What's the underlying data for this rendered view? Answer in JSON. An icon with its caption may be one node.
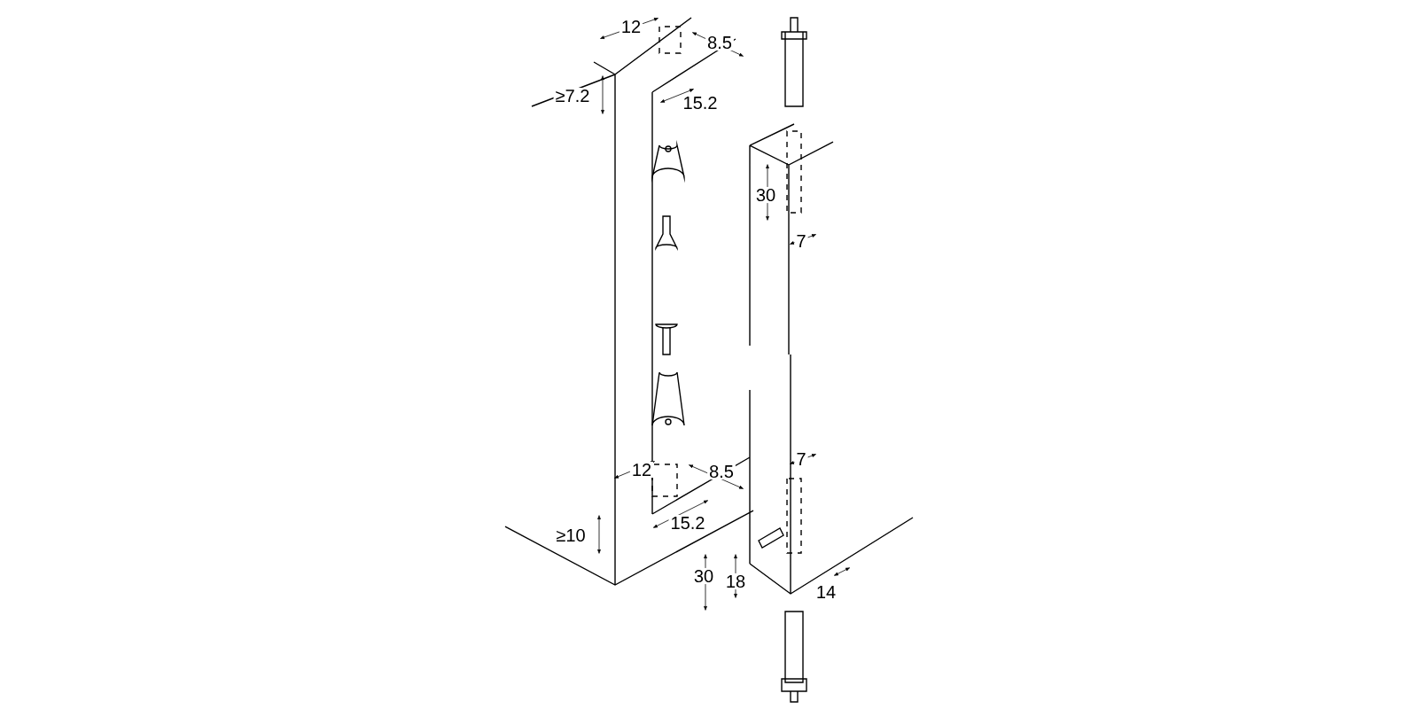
{
  "diagram": {
    "labels": [
      "12",
      "8.5",
      "≥7.2",
      "15.2",
      "30",
      "7",
      "12",
      "8.5",
      "≥10",
      "15.2",
      "7",
      "30",
      "18",
      "14"
    ]
  }
}
